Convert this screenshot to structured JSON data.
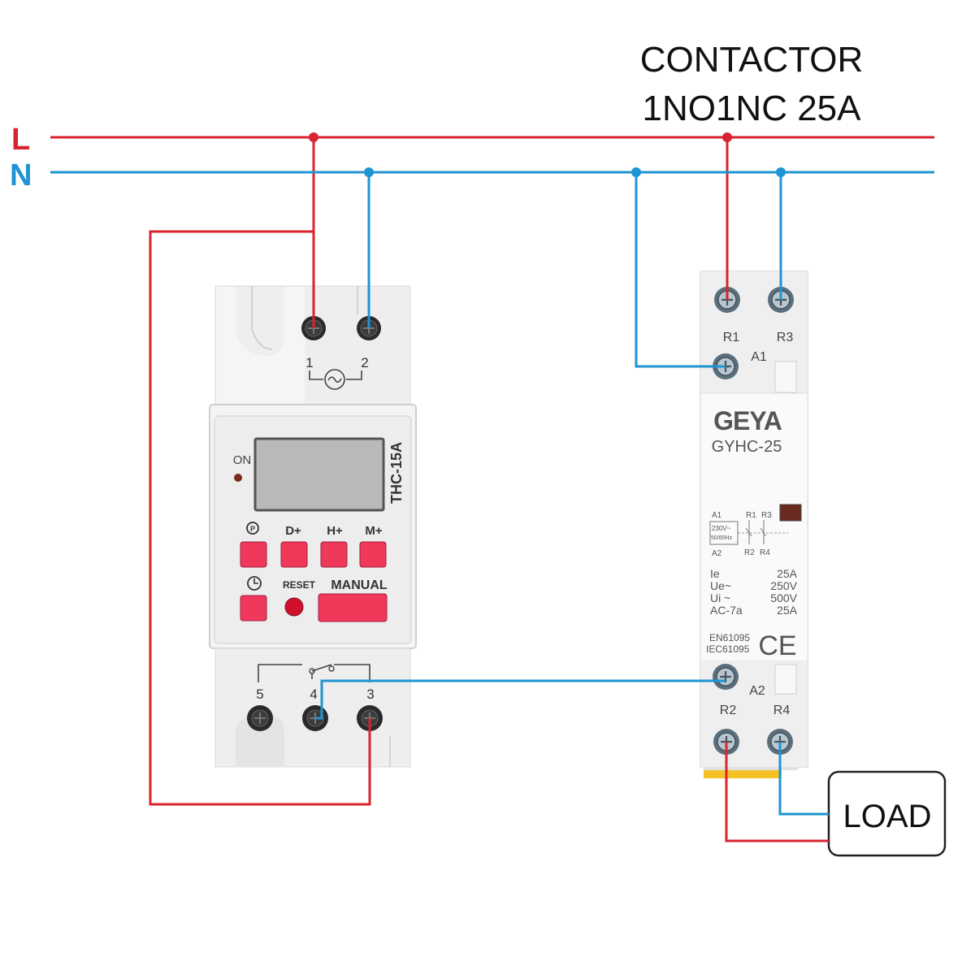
{
  "title": {
    "line1": "CONTACTOR",
    "line2": "1NO1NC 25A"
  },
  "lines": {
    "live_label": "L",
    "neutral_label": "N",
    "live_color": "#d9232e",
    "neutral_color": "#1f94d2"
  },
  "timer": {
    "terminal_1": "1",
    "terminal_2": "2",
    "terminal_3": "3",
    "terminal_4": "4",
    "terminal_5": "5",
    "on_label": "ON",
    "model": "THC-15A",
    "btn_p": "P",
    "btn_d": "D+",
    "btn_h": "H+",
    "btn_m": "M+",
    "reset_label": "RESET",
    "manual_label": "MANUAL",
    "button_color": "#f0385a"
  },
  "contactor": {
    "brand": "GEYA",
    "model": "GYHC-25",
    "r1": "R1",
    "r2": "R2",
    "r3": "R3",
    "r4": "R4",
    "a1": "A1",
    "a2": "A2",
    "schem_a1": "A1",
    "schem_a2": "A2",
    "schem_r1": "R1",
    "schem_r2": "R2",
    "schem_r3": "R3",
    "schem_r4": "R4",
    "coil_v": "230V~",
    "coil_f": "50/60Hz",
    "spec_labels": [
      "Ie",
      "Ue~",
      "Ui ~",
      "AC-7a"
    ],
    "spec_values": [
      "25A",
      "250V",
      "500V",
      "25A"
    ],
    "std1": "EN61095",
    "std2": "IEC61095",
    "ce": "CE"
  },
  "load": {
    "label": "LOAD"
  }
}
